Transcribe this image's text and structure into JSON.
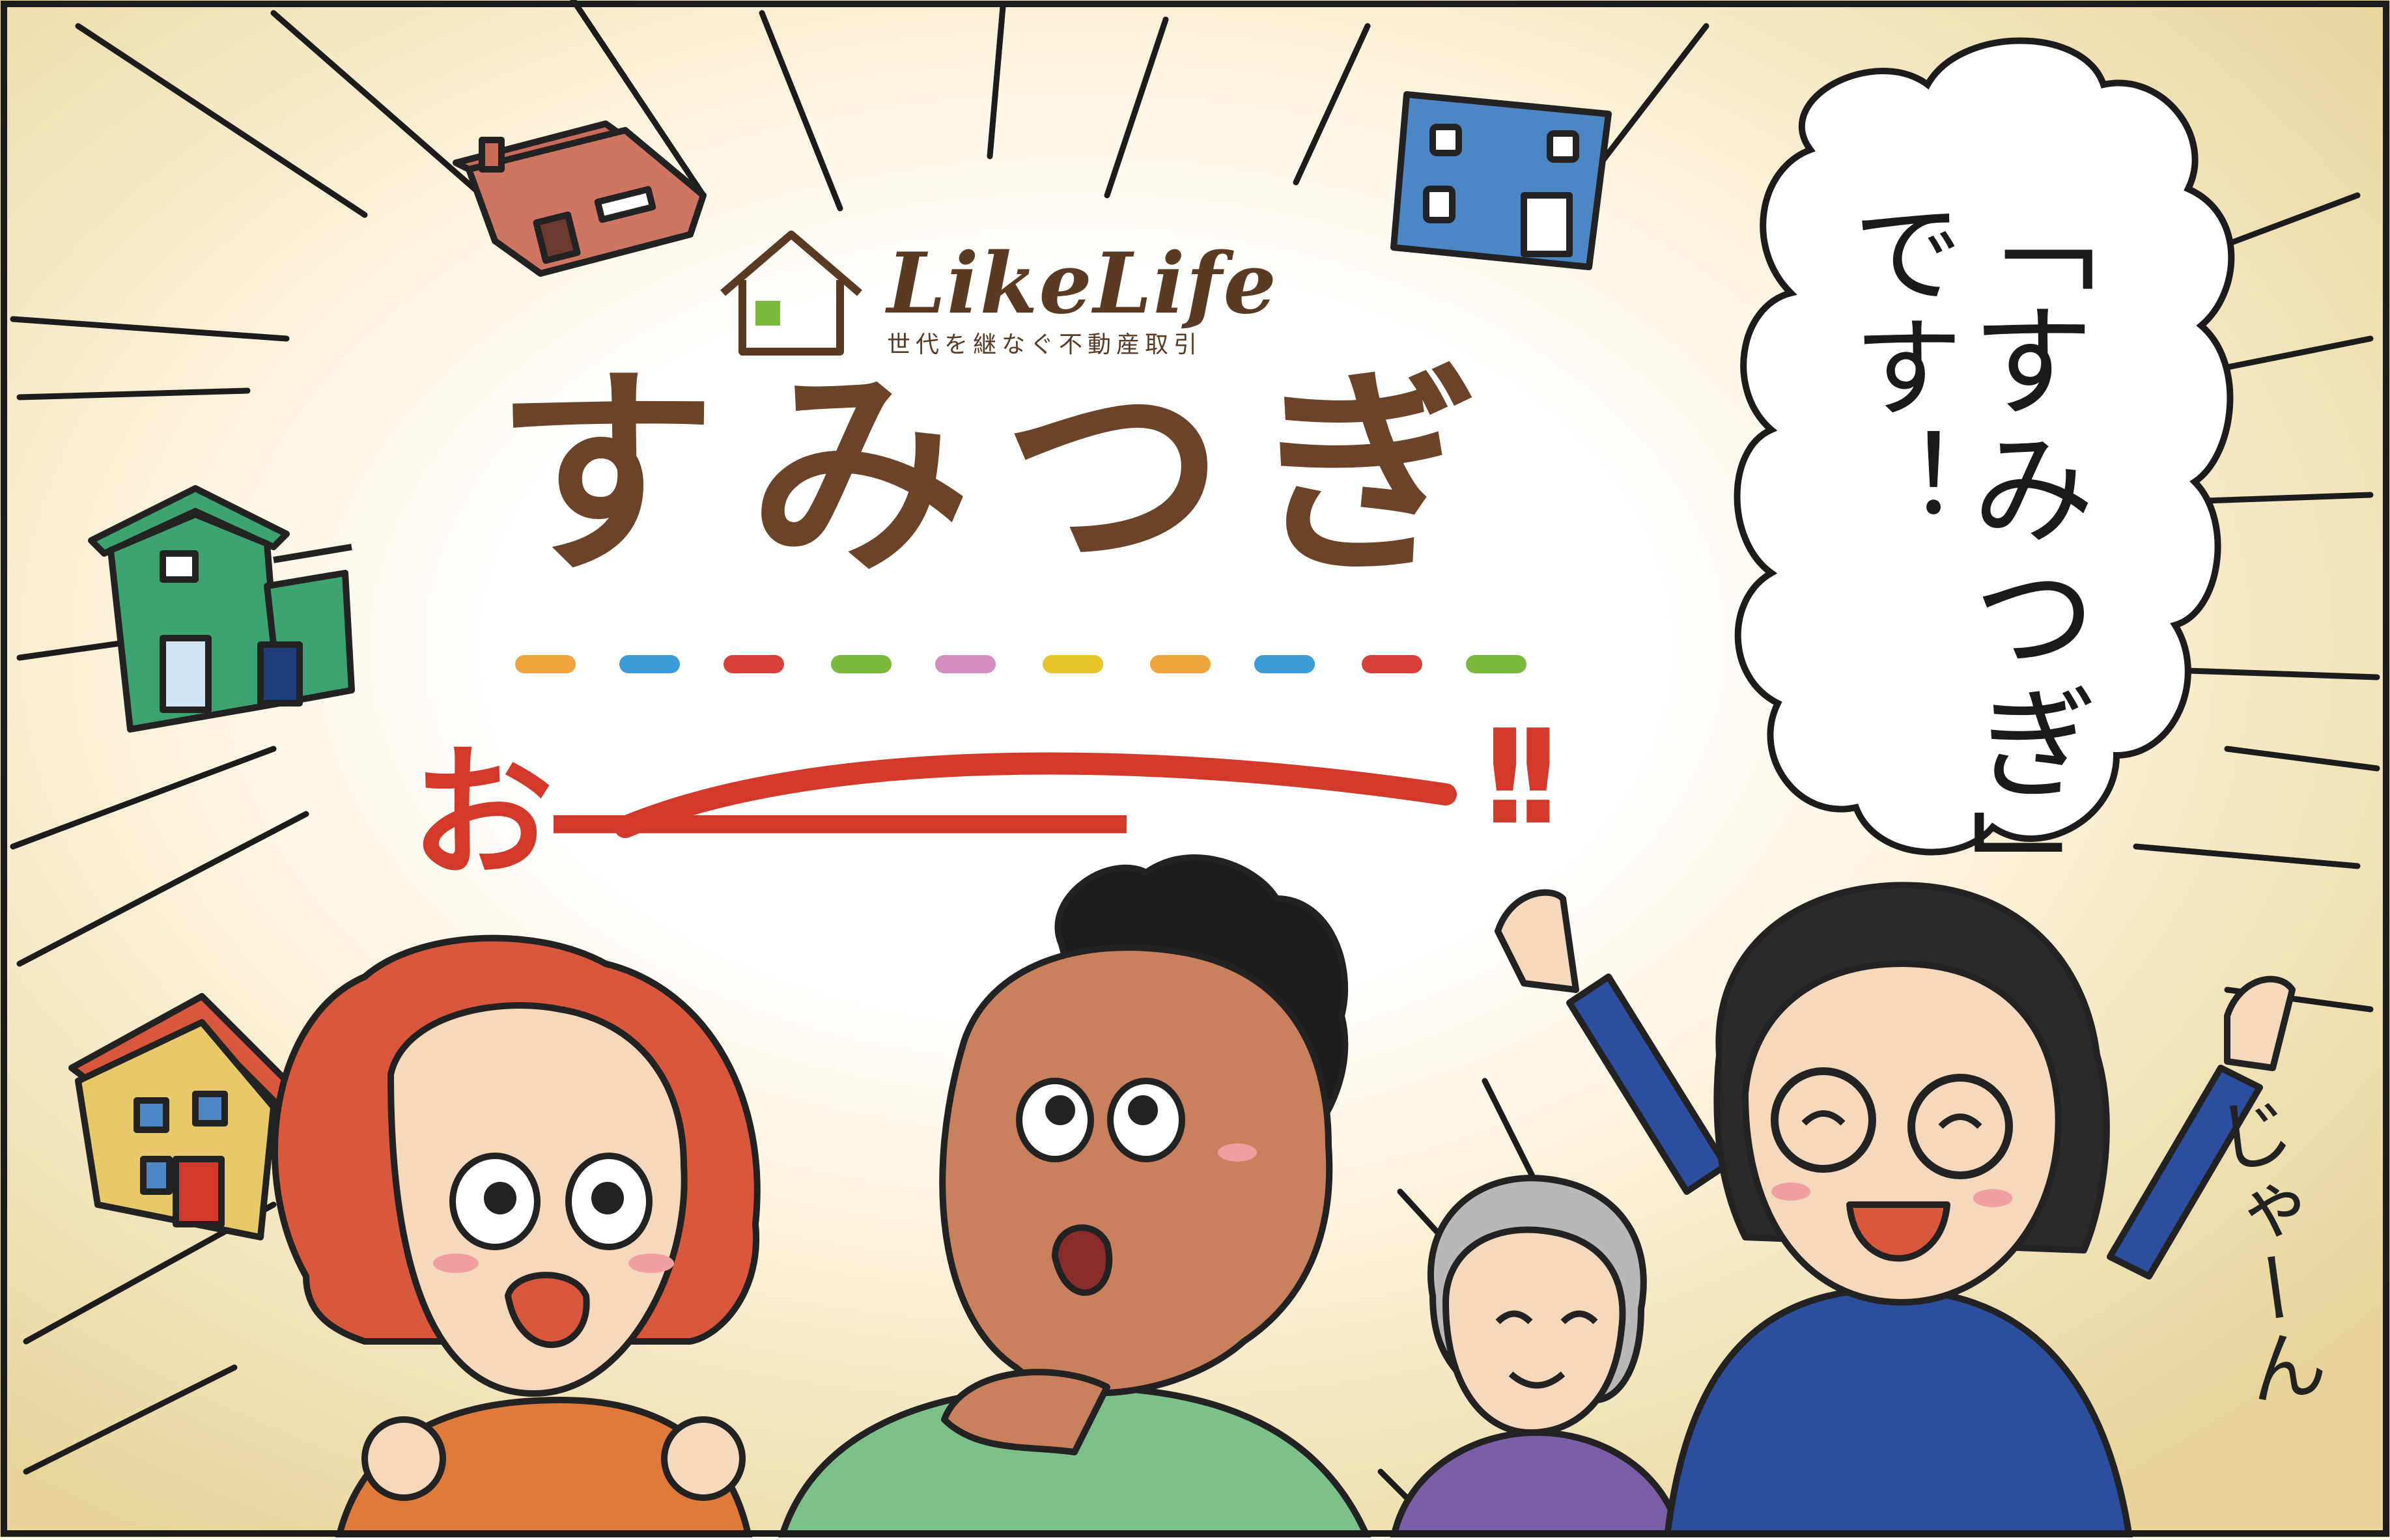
{
  "brand": {
    "logo_text": "LikeLife",
    "tagline": "世代を継なぐ不動産取引"
  },
  "title": "すみつぎ",
  "shout": "お――――",
  "shout_mark": "!!",
  "speech": {
    "col1": "「すみつぎ」",
    "col2": "です！"
  },
  "sfx": "じゃーん",
  "colors": {
    "background": "#f3e4b4",
    "title_brown": "#6b4328",
    "shout_red": "#d2392b",
    "dash_colors": [
      "#f0a53c",
      "#3d9bd6",
      "#d8403a",
      "#7cba3d",
      "#d48fc0",
      "#e8c62a",
      "#f0a53c",
      "#3d9bd6",
      "#d8403a",
      "#7cba3d"
    ]
  },
  "icons": [
    "house-icon-red",
    "house-icon-blue",
    "house-icon-green",
    "house-icon-yellow",
    "logo-house-icon"
  ]
}
